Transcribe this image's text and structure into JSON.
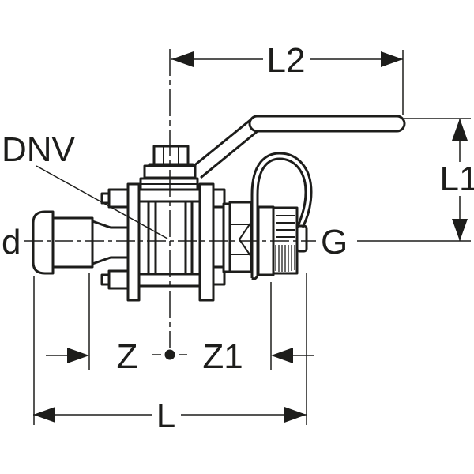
{
  "diagram": {
    "colors": {
      "line": "#1d1d1b",
      "background": "#ffffff"
    },
    "labels": {
      "dnv": "DNV",
      "d": "d",
      "g": "G",
      "l2": "L2",
      "l1": "L1",
      "z": "Z",
      "z1": "Z1",
      "l": "L"
    }
  }
}
